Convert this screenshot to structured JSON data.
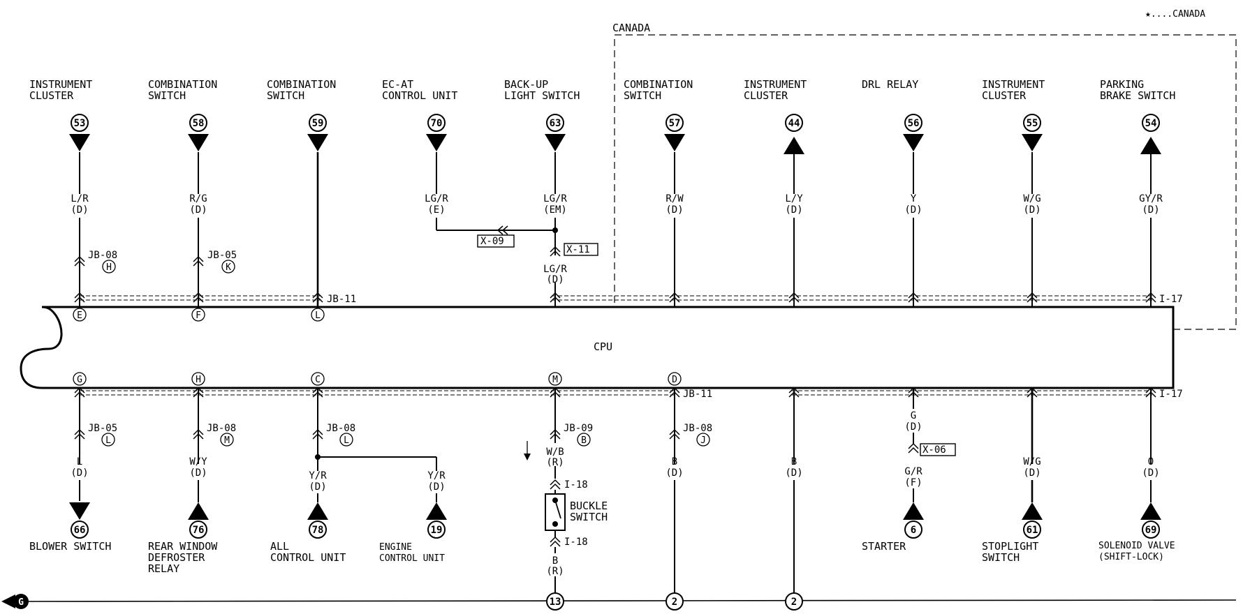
{
  "legend_note": "★....CANADA",
  "canada_region_label": "CANADA",
  "cpu_label": "CPU",
  "bus_labels": {
    "jb11_top": "JB-11",
    "i17_top": "I-17",
    "jb11_bottom": "JB-11",
    "i17_bottom": "I-17"
  },
  "ground_label": "G",
  "top_components": [
    {
      "name": [
        "INSTRUMENT",
        "CLUSTER"
      ],
      "pin": "53",
      "dir": "down",
      "wire": "L/R",
      "loc": "(D)",
      "jb": "JB-08",
      "jb_pin": "H",
      "cpu_pin": "E"
    },
    {
      "name": [
        "COMBINATION",
        "SWITCH"
      ],
      "pin": "58",
      "dir": "down",
      "wire": "R/G",
      "loc": "(D)",
      "jb": "JB-05",
      "jb_pin": "K",
      "cpu_pin": "F"
    },
    {
      "name": [
        "COMBINATION",
        "SWITCH"
      ],
      "pin": "59",
      "dir": "down",
      "cpu_pin": "L"
    },
    {
      "name": [
        "EC-AT",
        "CONTROL UNIT"
      ],
      "pin": "70",
      "dir": "down",
      "wire": "LG/R",
      "loc": "(E)"
    },
    {
      "name": [
        "BACK-UP",
        "LIGHT SWITCH"
      ],
      "pin": "63",
      "dir": "down",
      "wire": "LG/R",
      "loc": "(EM)",
      "wire2": "LG/R",
      "loc2": "(D)"
    },
    {
      "name": [
        "COMBINATION",
        "SWITCH"
      ],
      "pin": "57",
      "dir": "down",
      "wire": "R/W",
      "loc": "(D)"
    },
    {
      "name": [
        "INSTRUMENT",
        "CLUSTER"
      ],
      "pin": "44",
      "dir": "up",
      "wire": "L/Y",
      "loc": "(D)"
    },
    {
      "name": [
        "DRL RELAY"
      ],
      "pin": "56",
      "dir": "down",
      "wire": "Y",
      "loc": "(D)"
    },
    {
      "name": [
        "INSTRUMENT",
        "CLUSTER"
      ],
      "pin": "55",
      "dir": "down",
      "wire": "W/G",
      "loc": "(D)"
    },
    {
      "name": [
        "PARKING",
        "BRAKE SWITCH"
      ],
      "pin": "54",
      "dir": "up",
      "wire": "GY/R",
      "loc": "(D)"
    }
  ],
  "connectors": {
    "x09": "X-09",
    "x11": "X-11",
    "x06": "X-06"
  },
  "bottom_components": [
    {
      "cpu_pin": "G",
      "jb": "JB-05",
      "jb_pin": "L",
      "wire": "L",
      "loc": "(D)",
      "pin": "66",
      "dir": "down",
      "name": [
        "BLOWER SWITCH"
      ]
    },
    {
      "cpu_pin": "H",
      "jb": "JB-08",
      "jb_pin": "M",
      "wire": "W/Y",
      "loc": "(D)",
      "pin": "76",
      "dir": "up",
      "name": [
        "REAR WINDOW",
        "DEFROSTER",
        "RELAY"
      ]
    },
    {
      "cpu_pin": "C",
      "jb": "JB-08",
      "jb_pin": "L",
      "wire": "Y/R",
      "loc": "(D)",
      "pin": "78",
      "dir": "up",
      "name": [
        "ALL",
        "CONTROL UNIT"
      ]
    },
    {
      "wire": "Y/R",
      "loc": "(D)",
      "pin": "19",
      "dir": "up",
      "name": [
        "ENGINE",
        "CONTROL UNIT"
      ]
    },
    {
      "cpu_pin": "M",
      "jb": "JB-09",
      "jb_pin": "B",
      "wire": "W/B",
      "loc": "(R)",
      "conn1": "I-18",
      "switch": [
        "BUCKLE",
        "SWITCH"
      ],
      "conn2": "I-18",
      "wire2": "B",
      "loc2": "(R)",
      "pin": "13"
    },
    {
      "cpu_pin": "D",
      "jb": "JB-08",
      "jb_pin": "J",
      "wire": "B",
      "loc": "(D)",
      "pin": "2"
    },
    {
      "wire": "B",
      "loc": "(D)",
      "pin": "2"
    },
    {
      "wire": "G",
      "loc": "(D)",
      "wire2": "G/R",
      "loc2": "(F)",
      "pin": "6",
      "dir": "up",
      "name": [
        "STARTER"
      ]
    },
    {
      "wire": "W/G",
      "loc": "(D)",
      "pin": "61",
      "dir": "up",
      "name": [
        "STOPLIGHT",
        "SWITCH"
      ]
    },
    {
      "wire": "O",
      "loc": "(D)",
      "pin": "69",
      "dir": "up",
      "name": [
        "SOLENOID VALVE",
        "(SHIFT-LOCK)"
      ]
    }
  ]
}
